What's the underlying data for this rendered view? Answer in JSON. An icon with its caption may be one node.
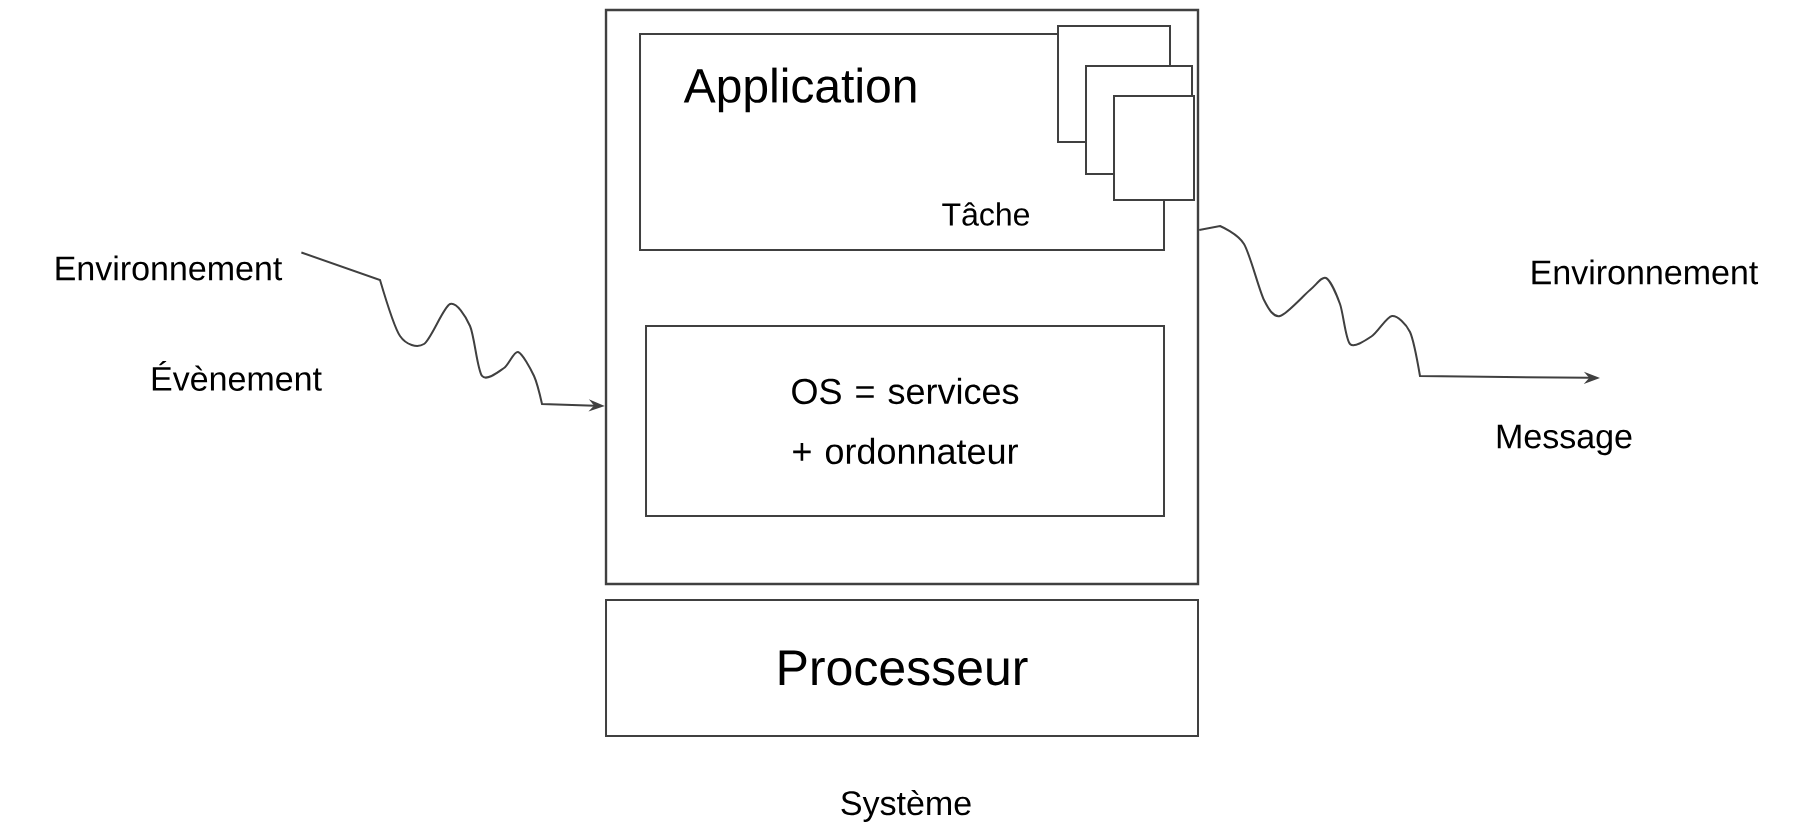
{
  "diagram": {
    "nodes": [
      {
        "text": [],
        "shape": "box"
      },
      {
        "text": [
          "Application",
          "Tâche"
        ],
        "in": 0
      },
      {
        "text": [
          "OS = services + ordonnateur"
        ],
        "in": 0
      },
      {
        "text": [
          "Processeur"
        ]
      },
      {
        "text": [
          "Environnement"
        ]
      }
    ],
    "edges": [
      {
        "from": 4,
        "to": 0,
        "arrow": "to",
        "label": "Évènement"
      },
      {
        "from": 0,
        "to": null,
        "arrow": "to",
        "label": "Message"
      }
    ],
    "labels": [
      "Environnement",
      "Système"
    ]
  }
}
